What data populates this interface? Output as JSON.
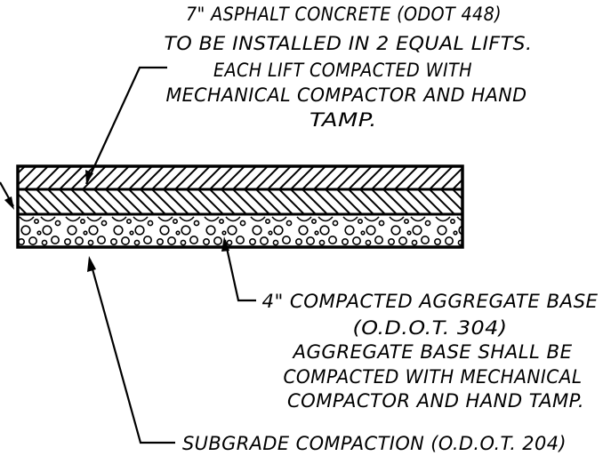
{
  "note_asphalt": {
    "lines": [
      "7\" ASPHALT CONCRETE (ODOT 448)",
      "TO BE INSTALLED IN 2 EQUAL LIFTS.",
      "EACH LIFT COMPACTED WITH",
      "MECHANICAL COMPACTOR AND HAND",
      "TAMP."
    ]
  },
  "note_aggregate": {
    "lines": [
      "4\" COMPACTED AGGREGATE BASE",
      "(O.D.O.T. 304)",
      "AGGREGATE BASE SHALL BE",
      "COMPACTED WITH MECHANICAL",
      "COMPACTOR AND HAND TAMP."
    ]
  },
  "note_subgrade": {
    "text": "SUBGRADE COMPACTION (O.D.O.T. 204)"
  },
  "colors": {
    "ink": "#000000",
    "background": "#ffffff"
  }
}
